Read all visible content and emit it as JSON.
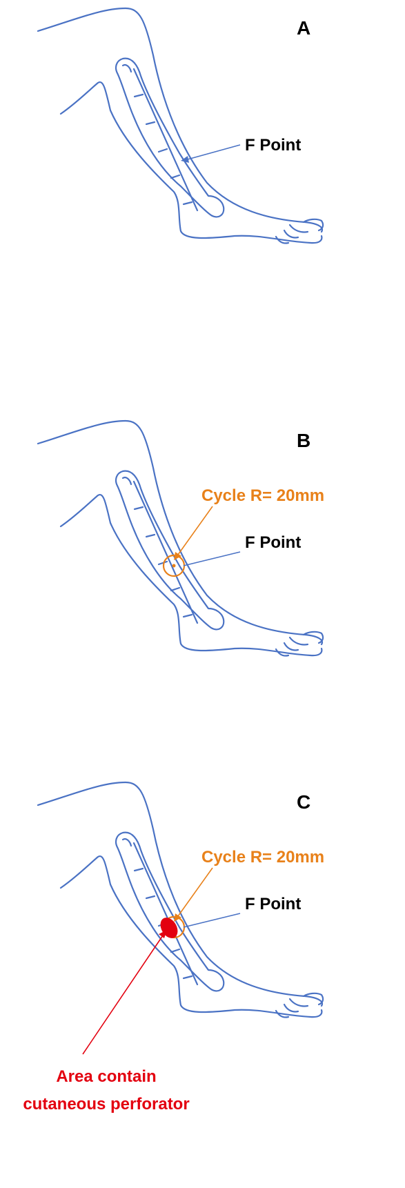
{
  "colors": {
    "outline": "#4a72c4",
    "label": "#000000",
    "annotation": "#e8811a",
    "highlight": "#e3000f"
  },
  "panels": [
    {
      "letter": "A",
      "f_point_label": "F Point",
      "circle_label": "",
      "area_label_line1": "",
      "area_label_line2": ""
    },
    {
      "letter": "B",
      "f_point_label": "F Point",
      "circle_label": "Cycle R= 20mm",
      "area_label_line1": "",
      "area_label_line2": ""
    },
    {
      "letter": "C",
      "f_point_label": "F Point",
      "circle_label": "Cycle R= 20mm",
      "area_label_line1": "Area contain",
      "area_label_line2": "cutaneous perforator"
    }
  ]
}
